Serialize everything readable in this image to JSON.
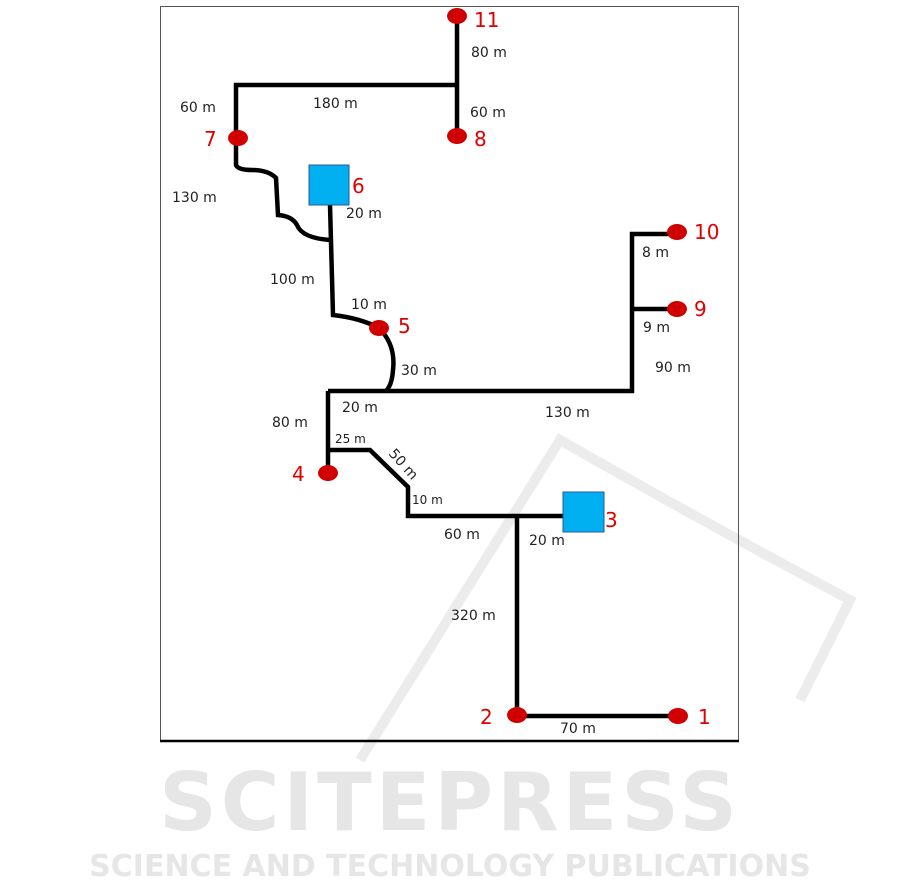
{
  "watermark": {
    "title": "SCITEPRESS",
    "subtitle": "SCIENCE AND TECHNOLOGY PUBLICATIONS"
  },
  "colors": {
    "node": "#d10000",
    "tank": "#00b0f0",
    "pipe": "#000000",
    "label": "#e00000"
  },
  "nodes": {
    "n1": "1",
    "n2": "2",
    "n3": "3",
    "n4": "4",
    "n5": "5",
    "n6": "6",
    "n7": "7",
    "n8": "8",
    "n9": "9",
    "n10": "10",
    "n11": "11"
  },
  "lengths": {
    "l_11": "80 m",
    "l_180": "180 m",
    "l_7top": "60 m",
    "l_8": "60 m",
    "l_130a": "130 m",
    "l_6": "20 m",
    "l_100": "100 m",
    "l_10a": "10 m",
    "l_30": "30 m",
    "l_10n": "8 m",
    "l_9n": "9 m",
    "l_90": "90 m",
    "l_20a": "20 m",
    "l_130b": "130 m",
    "l_80": "80 m",
    "l_25": "25 m",
    "l_50": "50 m",
    "l_10b": "10 m",
    "l_60": "60 m",
    "l_20b": "20 m",
    "l_320": "320 m",
    "l_70": "70 m"
  }
}
